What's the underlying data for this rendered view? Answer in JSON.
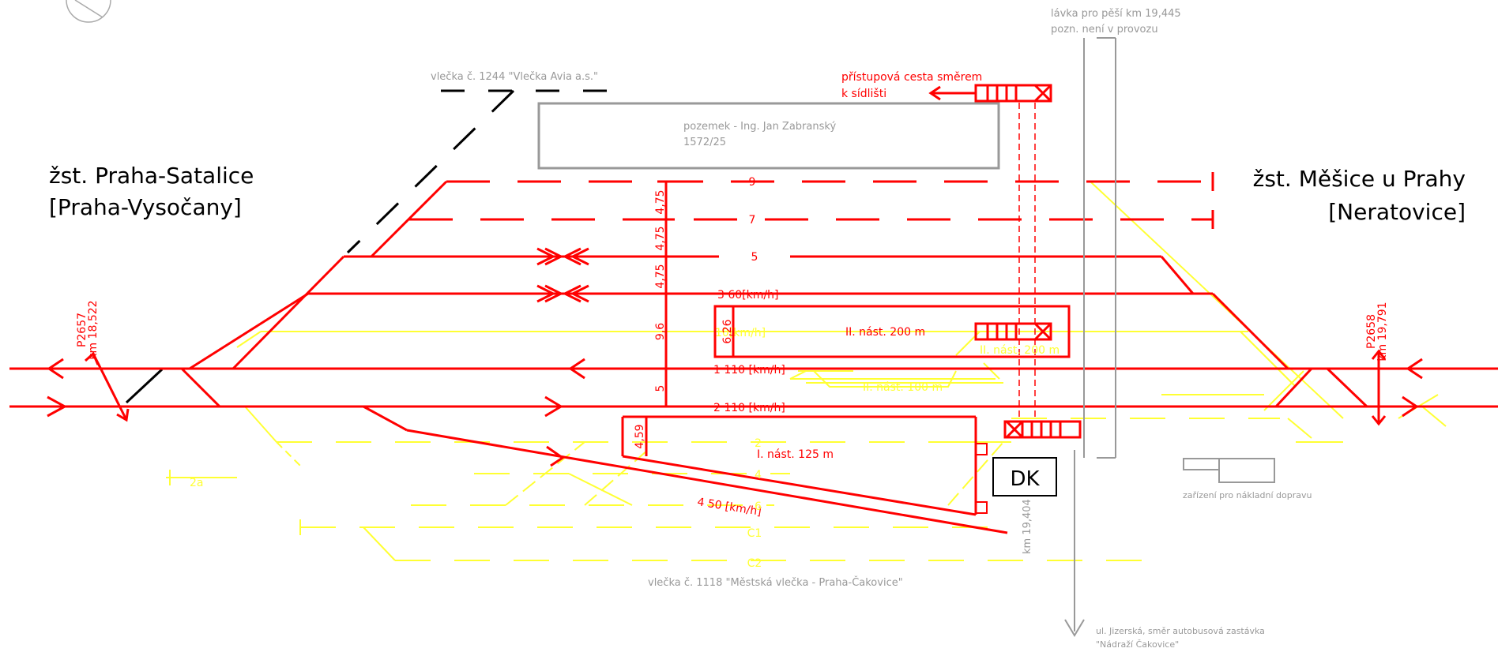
{
  "stations": {
    "left_name": "žst. Praha-Satalice",
    "left_sub": "[Praha-Vysočany]",
    "right_name": "žst. Měšice u Prahy",
    "right_sub": "[Neratovice]"
  },
  "notes": {
    "footbridge_1": "lávka pro pěší km 19,445",
    "footbridge_2": "pozn. není v provozu",
    "siding_1244": "vlečka č. 1244 \"Vlečka Avia a.s.\"",
    "access_1": "přístupová cesta směrem",
    "access_2": "k sídlišti",
    "plot_1": "pozemek - Ing. Jan Zabranský",
    "plot_2": "1572/25",
    "siding_1118": "vlečka č. 1118 \"Městská vlečka - Praha-Čakovice\"",
    "street_1": "ul. Jizerská, směr autobusová zastávka",
    "street_2": "\"Nádraží Čakovice\"",
    "freight": "zařízení pro nákladní dopravu",
    "km_dk": "km 19,404",
    "dk": "DK"
  },
  "tracks": {
    "t9": "9",
    "t7": "7",
    "t5": "5",
    "t3": "3 60[km/h]",
    "t10": "10[km/h]",
    "t1": "1 110 [km/h]",
    "t2": "2 110 [km/h]",
    "t4": "4 50 [km/h]",
    "t2a": "2a",
    "y2": "2",
    "y4": "4",
    "y6": "6",
    "c1": "C1",
    "c2": "C2"
  },
  "platforms": {
    "p2": "II. nást. 200 m",
    "p2y": "II. nást. 200 m",
    "p_yel": "II. nást. 100 m",
    "p1": "I. nást. 125 m"
  },
  "distances": {
    "d1": "4,75",
    "d2": "4,75",
    "d3": "4,75",
    "d4": "9,6",
    "d5": "5",
    "d6": "6,26",
    "d7": "4,59"
  },
  "signals": {
    "left_id": "P2657",
    "left_km": "km 18,522",
    "right_id": "P2658",
    "right_km": "km 19,791"
  },
  "colors": {
    "track": "#ff0000",
    "secondary": "#ffff33",
    "note": "#999999",
    "siding": "#000000"
  }
}
